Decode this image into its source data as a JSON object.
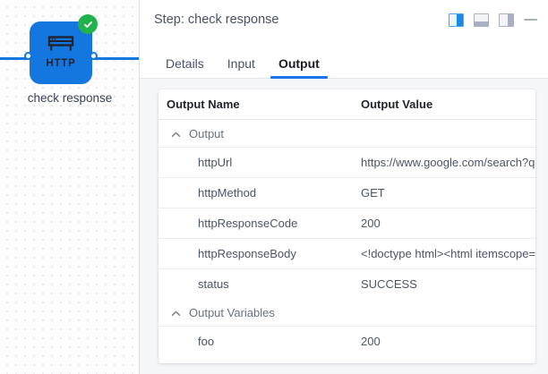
{
  "canvas": {
    "node": {
      "type_label": "HTTP",
      "title": "check response",
      "status_icon": "check-circle-icon",
      "color": "#1477e0",
      "status_color": "#21b24b"
    }
  },
  "panel": {
    "header": {
      "title": "Step: check response",
      "actions": [
        {
          "name": "layout-split-view",
          "icon": "layout-split-icon",
          "active": true
        },
        {
          "name": "layout-dock-bottom",
          "icon": "layout-bottom-icon",
          "active": false
        },
        {
          "name": "layout-dock-right",
          "icon": "layout-right-icon",
          "active": false
        },
        {
          "name": "minimize-panel",
          "icon": "minimize-icon",
          "active": false
        }
      ]
    },
    "tabs": [
      {
        "label": "Details",
        "active": false
      },
      {
        "label": "Input",
        "active": false
      },
      {
        "label": "Output",
        "active": true
      }
    ],
    "accent_color": "#1a73e8",
    "table": {
      "headers": {
        "name": "Output Name",
        "value": "Output Value"
      },
      "groups": [
        {
          "label": "Output",
          "expanded": true,
          "rows": [
            {
              "name": "httpUrl",
              "value": "https://www.google.com/search?q="
            },
            {
              "name": "httpMethod",
              "value": "GET"
            },
            {
              "name": "httpResponseCode",
              "value": "200"
            },
            {
              "name": "httpResponseBody",
              "value": "<!doctype html><html itemscope=\""
            },
            {
              "name": "status",
              "value": "SUCCESS"
            }
          ]
        },
        {
          "label": "Output Variables",
          "expanded": true,
          "rows": [
            {
              "name": "foo",
              "value": "200"
            }
          ]
        }
      ]
    }
  }
}
